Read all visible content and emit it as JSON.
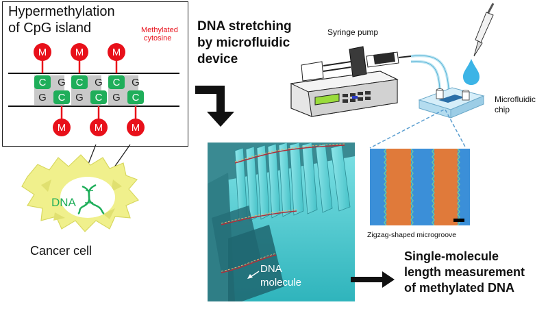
{
  "cpg_panel": {
    "title_line1": "Hypermethylation",
    "title_line2": "of CpG island",
    "methyl_label_line1": "Methylated",
    "methyl_label_line2": "cytosine",
    "methyl_marker": "M",
    "top_strand": [
      "C",
      "G",
      "C",
      "G",
      "C",
      "G"
    ],
    "bottom_strand": [
      "G",
      "C",
      "G",
      "C",
      "G",
      "C"
    ]
  },
  "cell": {
    "dna_label": "DNA",
    "caption": "Cancer cell"
  },
  "stretching": {
    "line1": "DNA stretching",
    "line2": "by microfluidic",
    "line3": "device"
  },
  "pump": {
    "label": "Syringe pump"
  },
  "chip": {
    "label_line1": "Microfluidic",
    "label_line2": "chip"
  },
  "groove": {
    "caption": "Zigzag-shaped  microgroove"
  },
  "render": {
    "molecule_line1": "DNA",
    "molecule_line2": "molecule"
  },
  "result": {
    "line1": "Single-molecule",
    "line2": "length measurement",
    "line3": "of methylated DNA"
  },
  "colors": {
    "methyl_red": "#e8101a",
    "base_green": "#1fae5a",
    "cell_yellow": "#f0f08c",
    "teal": "#4fc6c8",
    "groove_orange": "#e07a3a",
    "groove_blue": "#3b8fd8"
  }
}
